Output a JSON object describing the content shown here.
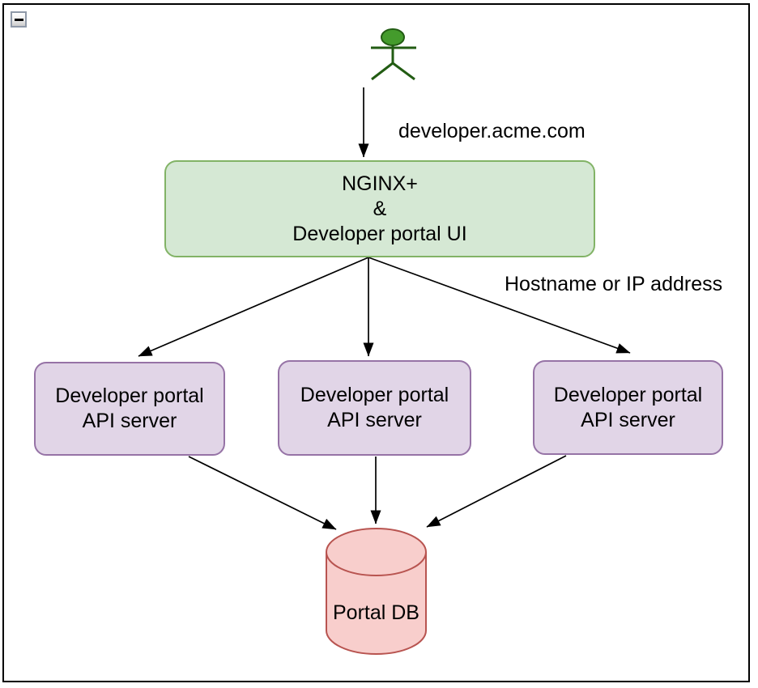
{
  "palette": {
    "canvas_bg": "#ffffff",
    "frame_border": "#000000",
    "edge_color": "#000000",
    "green_fill": "#d5e8d4",
    "green_stroke": "#82b366",
    "purple_fill": "#e1d5e7",
    "purple_stroke": "#9673a6",
    "red_fill": "#f8cecc",
    "red_stroke": "#b85450",
    "actor_fill": "#449b2c",
    "actor_stroke": "#225c13"
  },
  "controls": {
    "collapse_icon": "collapse-minus-icon"
  },
  "diagram": {
    "actor_icon": "user-actor-icon",
    "actor_edge_label": "developer.acme.com",
    "fanout_edge_label": "Hostname or IP address",
    "ingress_node": {
      "lines": [
        "NGINX+",
        "&",
        "Developer portal UI"
      ]
    },
    "api_server_nodes": [
      {
        "label": "Developer portal API server"
      },
      {
        "label": "Developer portal API server"
      },
      {
        "label": "Developer portal API server"
      }
    ],
    "db_node": {
      "label": "Portal DB"
    }
  }
}
